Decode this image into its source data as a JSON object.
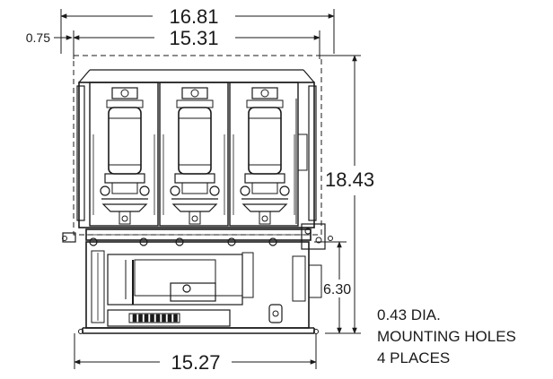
{
  "dimensions": {
    "overall_width": "16.81",
    "mounting_width": "15.31",
    "offset": "0.75",
    "overall_height": "18.43",
    "lower_height": "6.30",
    "base_width": "15.27"
  },
  "note": {
    "line1": "0.43 DIA.",
    "line2": "MOUNTING HOLES",
    "line3": "4 PLACES"
  },
  "poles": [
    "pole-1",
    "pole-2",
    "pole-3"
  ],
  "colors": {
    "line": "#1a1a1a",
    "background": "#ffffff"
  }
}
